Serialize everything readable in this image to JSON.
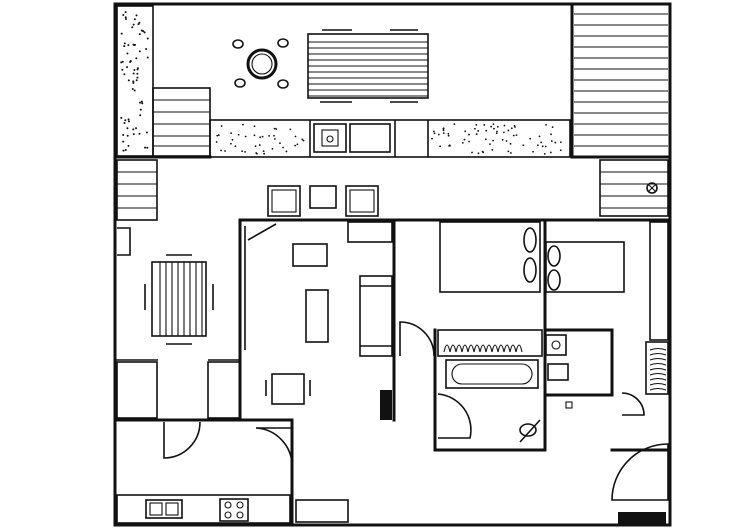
{
  "drawing": {
    "title": "",
    "side_text": "",
    "ink_color": "#111111",
    "paper_color": "#ffffff",
    "faded_text_color": "#c8c8c8"
  },
  "rooms": [
    {
      "id": "terrace"
    },
    {
      "id": "dining-area"
    },
    {
      "id": "living-room"
    },
    {
      "id": "bedroom-master"
    },
    {
      "id": "bedroom-small"
    },
    {
      "id": "bathroom"
    },
    {
      "id": "shower-room"
    },
    {
      "id": "kitchen"
    },
    {
      "id": "hall"
    }
  ],
  "furniture": [
    {
      "id": "outdoor-table"
    },
    {
      "id": "round-table"
    },
    {
      "id": "dining-table"
    },
    {
      "id": "sofa"
    },
    {
      "id": "coffee-table"
    },
    {
      "id": "double-bed"
    },
    {
      "id": "single-bed"
    },
    {
      "id": "bathtub"
    },
    {
      "id": "stove"
    },
    {
      "id": "sink"
    }
  ]
}
